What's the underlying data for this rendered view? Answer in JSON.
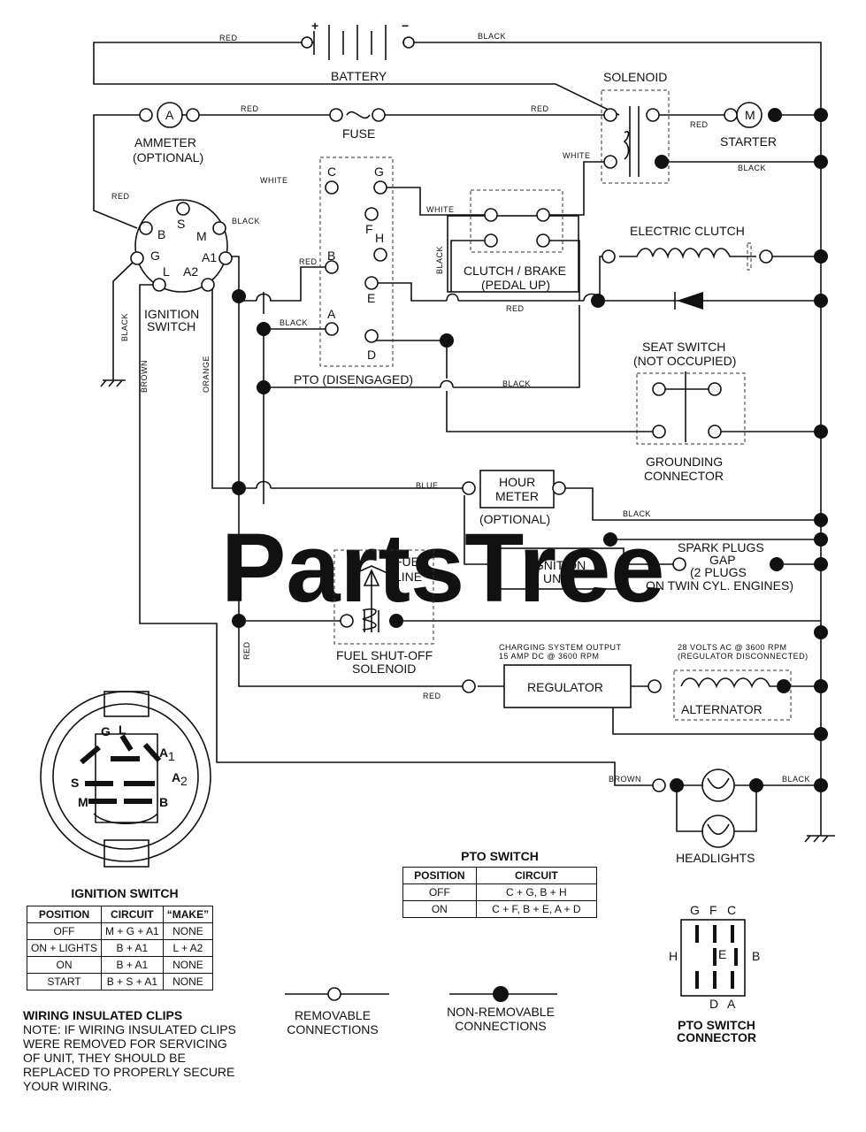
{
  "watermark": "PartsTree",
  "labels": {
    "battery": "BATTERY",
    "battery_plus": "+",
    "battery_minus": "−",
    "solenoid": "SOLENOID",
    "ammeter_symbol": "A",
    "ammeter": "AMMETER",
    "ammeter_optional": "(OPTIONAL)",
    "fuse": "FUSE",
    "starter_symbol": "M",
    "starter": "STARTER",
    "ignition_switch_1": "IGNITION",
    "ignition_switch_2": "SWITCH",
    "pto_disengaged": "PTO (DISENGAGED)",
    "clutch_brake_1": "CLUTCH / BRAKE",
    "clutch_brake_2": "(PEDAL UP)",
    "electric_clutch": "ELECTRIC CLUTCH",
    "seat_switch_1": "SEAT SWITCH",
    "seat_switch_2": "(NOT OCCUPIED)",
    "grounding_connector_1": "GROUNDING",
    "grounding_connector_2": "CONNECTOR",
    "hour_meter_1": "HOUR",
    "hour_meter_2": "METER",
    "hour_meter_optional": "(OPTIONAL)",
    "ignition_unit_1": "IGNITION",
    "ignition_unit_2": "UNIT",
    "spark_plugs_1": "SPARK PLUGS",
    "spark_plugs_2": "GAP",
    "spark_plugs_3": "(2 PLUGS",
    "spark_plugs_4": "ON TWIN CYL. ENGINES)",
    "fuel_line_1": "FUEL",
    "fuel_line_2": "LINE",
    "fuel_solenoid_1": "FUEL SHUT-OFF",
    "fuel_solenoid_2": "SOLENOID",
    "charging_output_1": "CHARGING SYSTEM OUTPUT",
    "charging_output_2": "15 AMP DC @ 3600 RPM",
    "regulator": "REGULATOR",
    "ac_volts_1": "28 VOLTS AC @ 3600 RPM",
    "ac_volts_2": "(REGULATOR DISCONNECTED)",
    "alternator": "ALTERNATOR",
    "headlights": "HEADLIGHTS",
    "ign_terminals": {
      "b": "B",
      "s": "S",
      "m": "M",
      "g": "G",
      "a1": "A1",
      "l": "L",
      "a2": "A2"
    },
    "pto_terminals": {
      "c": "C",
      "g": "G",
      "f": "F",
      "h": "H",
      "b": "B",
      "e": "E",
      "a": "A",
      "d": "D"
    },
    "connector_letters": {
      "g": "G",
      "l": "L",
      "a1": "A",
      "a1_sub": "1",
      "s": "S",
      "a2": "A",
      "a2_sub": "2",
      "m": "M",
      "b": "B"
    },
    "pto_connector_letters": {
      "g": "G",
      "f": "F",
      "c": "C",
      "h": "H",
      "e": "E",
      "b": "B",
      "d": "D",
      "a": "A"
    }
  },
  "wire_labels": {
    "red_1": "RED",
    "black_1": "BLACK",
    "red_2": "RED",
    "red_3": "RED",
    "red_4": "RED",
    "red_5": "RED",
    "white_1": "WHITE",
    "white_2": "WHITE",
    "white_3": "WHITE",
    "black_2": "BLACK",
    "black_3": "BLACK",
    "red_6": "RED",
    "black_4": "BLACK",
    "black_5": "BLACK",
    "black_6": "BLACK",
    "brown_1": "BROWN",
    "orange": "ORANGE",
    "black_7": "BLACK",
    "red_7": "RED",
    "blue": "BLUE",
    "black_8": "BLACK",
    "red_8": "RED",
    "brown_2": "BROWN",
    "black_9": "BLACK",
    "red_9": "RED"
  },
  "ignition_table": {
    "title": "IGNITION SWITCH",
    "headers": [
      "POSITION",
      "CIRCUIT",
      "“MAKE”"
    ],
    "rows": [
      [
        "OFF",
        "M + G + A1",
        "NONE"
      ],
      [
        "ON + LIGHTS",
        "B + A1",
        "L + A2"
      ],
      [
        "ON",
        "B + A1",
        "NONE"
      ],
      [
        "START",
        "B + S + A1",
        "NONE"
      ]
    ]
  },
  "pto_table": {
    "title": "PTO SWITCH",
    "headers": [
      "POSITION",
      "CIRCUIT"
    ],
    "rows": [
      [
        "OFF",
        "C + G, B + H"
      ],
      [
        "ON",
        "C + F, B + E, A + D"
      ]
    ]
  },
  "note": {
    "title": "WIRING INSULATED CLIPS",
    "body": "NOTE: IF WIRING INSULATED CLIPS WERE REMOVED FOR SERVICING OF UNIT, THEY SHOULD BE REPLACED TO PROPERLY SECURE YOUR WIRING."
  },
  "legend": {
    "removable_1": "REMOVABLE",
    "removable_2": "CONNECTIONS",
    "non_removable_1": "NON-REMOVABLE",
    "non_removable_2": "CONNECTIONS"
  },
  "pto_connector_title_1": "PTO SWITCH",
  "pto_connector_title_2": "CONNECTOR"
}
